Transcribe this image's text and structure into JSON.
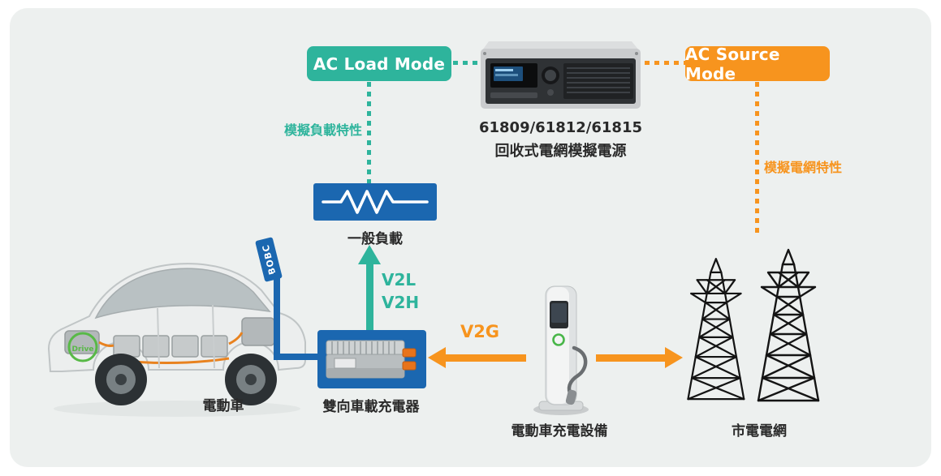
{
  "colors": {
    "teal_accent": "#2eb49c",
    "orange_accent": "#f7941e",
    "blue_box": "#1b67b0",
    "panel_background": "#edf0ef",
    "text": "#2a2a2a",
    "tower_lines": "#141414",
    "logo_green": "#58b947"
  },
  "modes": {
    "ac_load": "AC Load Mode",
    "ac_source": "AC Source Mode"
  },
  "power_supply": {
    "model": "61809/61812/61815",
    "name": "回收式電網模擬電源"
  },
  "annotations": {
    "load_characteristic": "模擬負載特性",
    "grid_characteristic": "模擬電網特性",
    "v2l": "V2L",
    "v2h": "V2H",
    "v2g": "V2G"
  },
  "nodes": {
    "general_load": "一般負載",
    "ev": "電動車",
    "obc": "雙向車載充電器",
    "charging_station": "電動車充電設備",
    "utility_grid": "市電電網"
  },
  "car": {
    "bobc_tag": "BOBC",
    "logo": "Drive"
  }
}
